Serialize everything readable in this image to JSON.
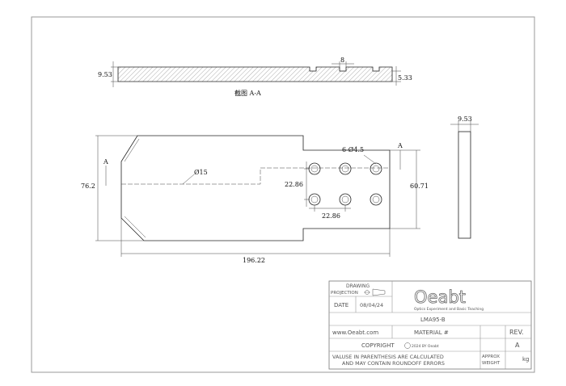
{
  "section_view": {
    "thickness": "9.53",
    "slot_width": "8",
    "step_depth": "5.33",
    "caption": "截图 A-A"
  },
  "plan_view": {
    "section_marker": "A",
    "hole_callout": "6-Ø4.5",
    "diameter_note": "Ø15",
    "hole_spacing_v": "22.86",
    "hole_spacing_h": "22.86",
    "tab_height": "60.71",
    "overall_height": "76.2",
    "overall_length": "196.22"
  },
  "side_view": {
    "thickness": "9.53"
  },
  "title_block": {
    "drawing_label": "DRAWING",
    "projection_label": "PROJECTION",
    "date_label": "DATE",
    "date_value": "08/04/24",
    "logo_text": "Oeabt",
    "logo_tagline": "Optics Experiment and Basic Teaching",
    "part_number": "LMA95-B",
    "website": "www.Oeabt.com",
    "material_label": "MATERIAL #",
    "rev_label": "REV.",
    "rev_value": "A",
    "copyright": "COPYRIGHT",
    "copyright_small": "2024 BY Oeabt",
    "note_line1": "VALUSE IN PARENTHESIS ARE CALCULATED",
    "note_line2": "AND MAY CONTAIN ROUNDOFF ERRORS",
    "approx_label": "APPROX",
    "weight_label": "WEIGHT",
    "weight_unit": "kg"
  }
}
